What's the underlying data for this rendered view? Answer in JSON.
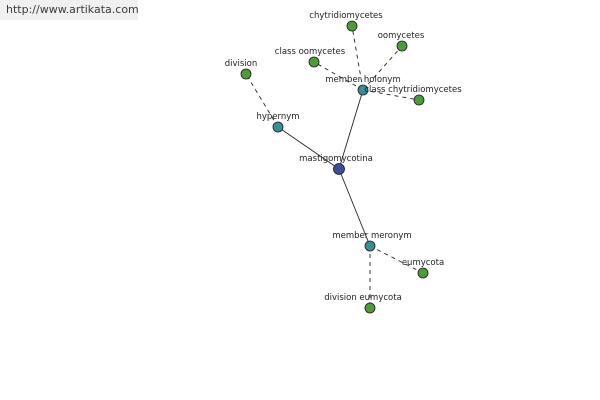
{
  "banner": {
    "url_text": "http://www.artikata.com"
  },
  "colors": {
    "center": "#3c4e9a",
    "relation": "#3b8c95",
    "term": "#4f9a3c"
  },
  "graph": {
    "nodes": [
      {
        "id": "mastigomycotina",
        "label": "mastigomycotina",
        "kind": "center"
      },
      {
        "id": "hypernym",
        "label": "hypernym",
        "kind": "relation"
      },
      {
        "id": "member-holonym",
        "label": "member holonym",
        "kind": "relation"
      },
      {
        "id": "member-meronym",
        "label": "member meronym",
        "kind": "relation"
      },
      {
        "id": "division",
        "label": "division",
        "kind": "term"
      },
      {
        "id": "chytridiomycetes",
        "label": "chytridiomycetes",
        "kind": "term"
      },
      {
        "id": "oomycetes",
        "label": "oomycetes",
        "kind": "term"
      },
      {
        "id": "class-oomycetes",
        "label": "class oomycetes",
        "kind": "term"
      },
      {
        "id": "class-chytridiomycetes",
        "label": "class chytridiomycetes",
        "kind": "term"
      },
      {
        "id": "eumycota",
        "label": "eumycota",
        "kind": "term"
      },
      {
        "id": "division-eumycota",
        "label": "division eumycota",
        "kind": "term"
      }
    ],
    "edges": [
      {
        "from": "mastigomycotina",
        "to": "hypernym",
        "style": "solid"
      },
      {
        "from": "mastigomycotina",
        "to": "member-holonym",
        "style": "solid"
      },
      {
        "from": "mastigomycotina",
        "to": "member-meronym",
        "style": "solid"
      },
      {
        "from": "hypernym",
        "to": "division",
        "style": "dashed"
      },
      {
        "from": "member-holonym",
        "to": "chytridiomycetes",
        "style": "dashed"
      },
      {
        "from": "member-holonym",
        "to": "oomycetes",
        "style": "dashed"
      },
      {
        "from": "member-holonym",
        "to": "class-oomycetes",
        "style": "dashed"
      },
      {
        "from": "member-holonym",
        "to": "class-chytridiomycetes",
        "style": "dashed"
      },
      {
        "from": "member-meronym",
        "to": "eumycota",
        "style": "dashed"
      },
      {
        "from": "member-meronym",
        "to": "division-eumycota",
        "style": "dashed"
      }
    ]
  }
}
